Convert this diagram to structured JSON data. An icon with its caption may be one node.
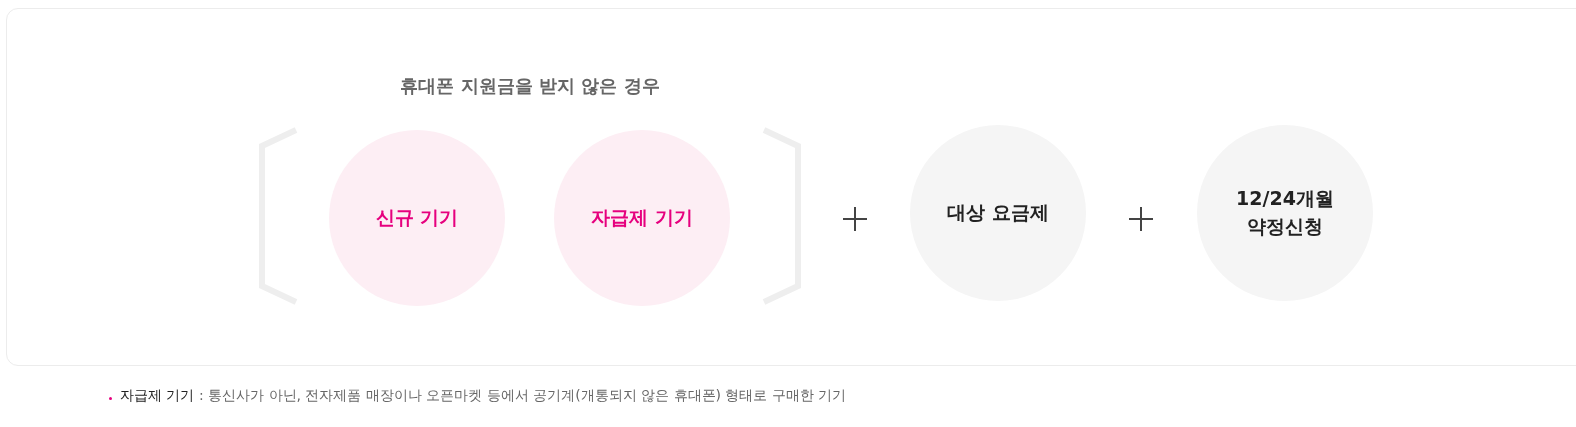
{
  "diagram": {
    "nodes": [
      {
        "text": [
          "휴대폰 지원금을 받지 않은 경우"
        ]
      },
      {
        "text": [
          "신규 기기"
        ],
        "in": 0
      },
      {
        "text": [
          "자급제 기기"
        ],
        "in": 0
      },
      {
        "text": [
          "대상 요금제"
        ]
      },
      {
        "text": [
          "12/24개월 약정신청"
        ]
      }
    ],
    "labels": [
      "**자급제 기기** : 통신사가 아닌, 전자제품 매장이나 오픈마켓 등에서 공기계(개통되지 않은 휴대폰) 형태로 구매한 기기"
    ]
  }
}
